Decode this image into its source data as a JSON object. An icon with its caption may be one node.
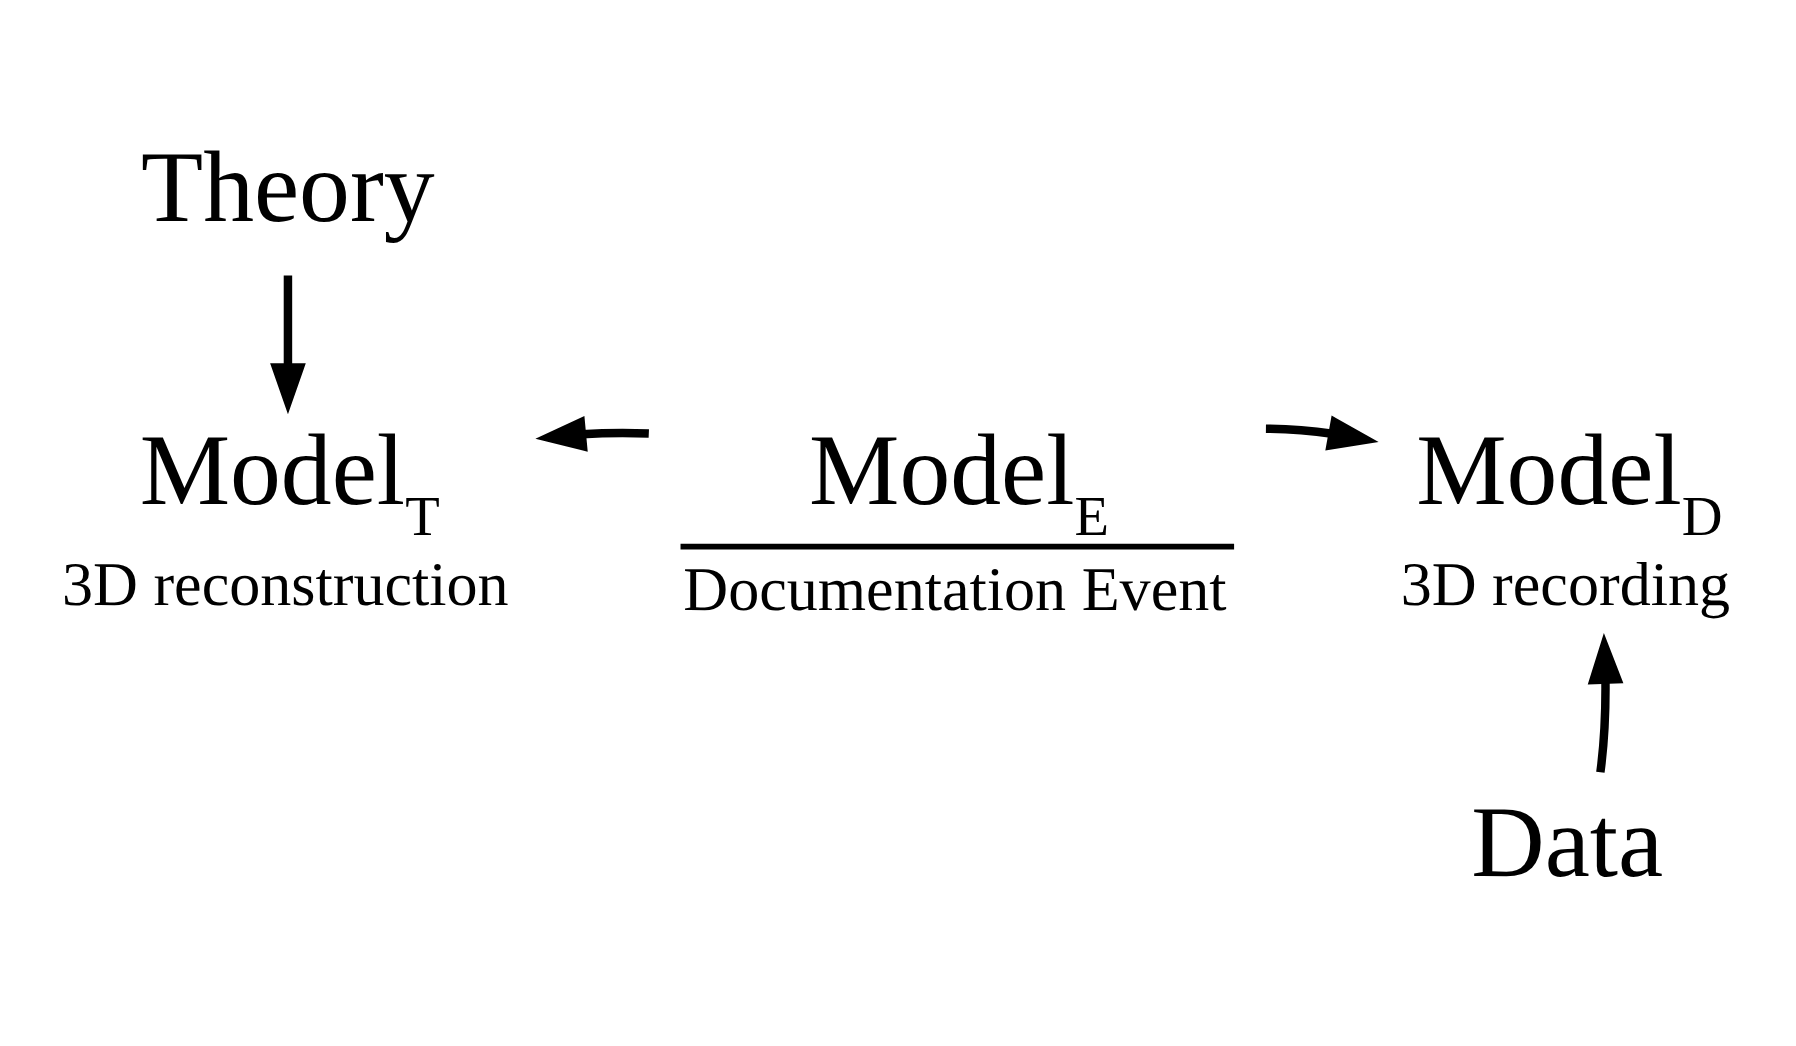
{
  "diagram": {
    "nodes": [
      {
        "text": [
          "Theory"
        ]
      },
      {
        "text": [
          "Model$_{T}$"
        ],
        "beside": [
          "3D reconstruction"
        ]
      },
      {
        "text": [
          "Model$_{E}$",
          "Documentation Event"
        ]
      },
      {
        "text": [
          "Model$_{D}$"
        ],
        "beside": [
          "3D recording"
        ]
      },
      {
        "text": [
          "Data"
        ]
      }
    ],
    "edges": [
      {
        "from": 0,
        "to": 1,
        "arrow": "to"
      },
      {
        "from": 2,
        "to": 1,
        "arrow": "to"
      },
      {
        "from": 2,
        "to": 3,
        "arrow": "to"
      },
      {
        "from": 4,
        "to": 3,
        "arrow": "to"
      }
    ]
  }
}
